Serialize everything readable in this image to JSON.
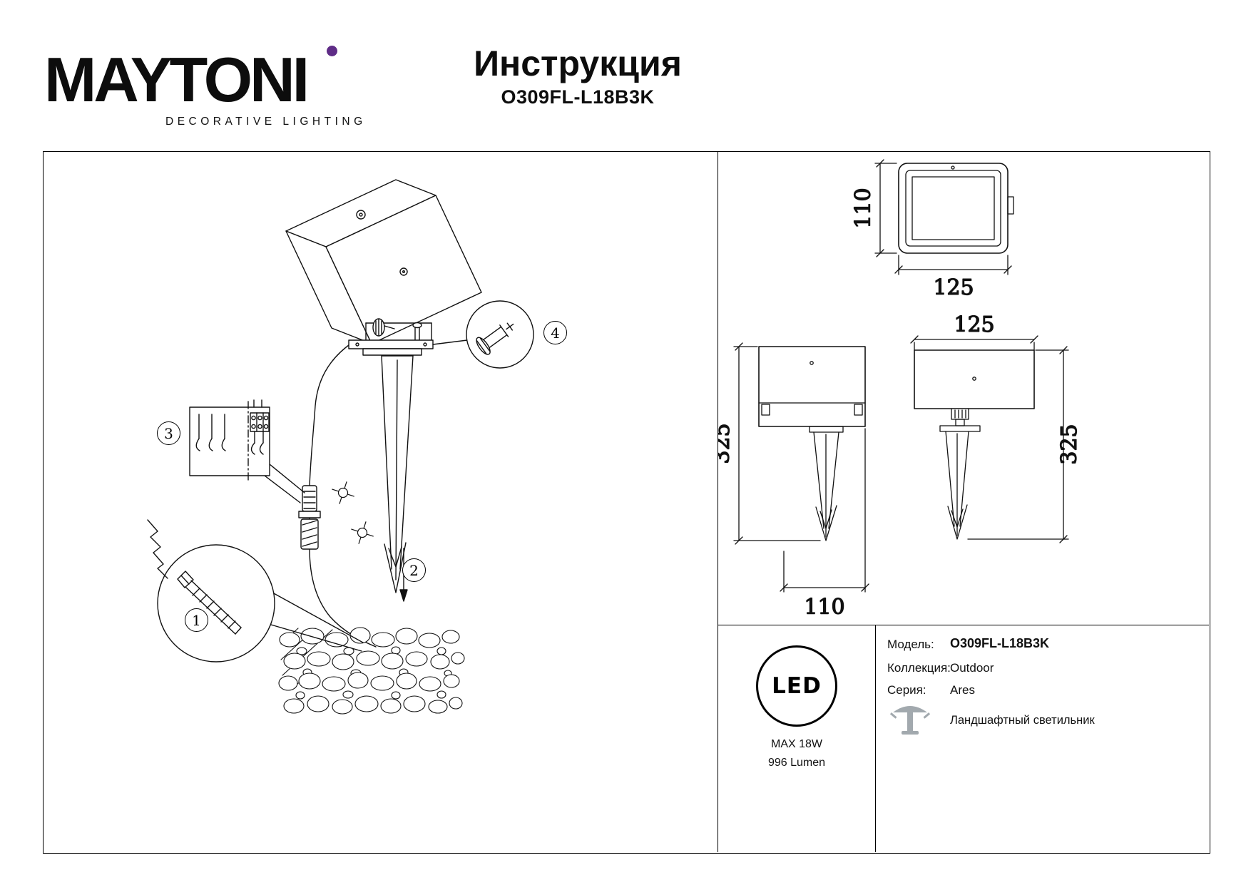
{
  "header": {
    "brand": "MAYTONI",
    "brand_subtitle": "DECORATIVE LIGHTING",
    "title": "Инструкция",
    "model": "O309FL-L18B3K"
  },
  "assembly_steps": {
    "step1": "1",
    "step2": "2",
    "step3": "3",
    "step4": "4"
  },
  "dimension_drawings": {
    "front_view": {
      "height_mm": "110",
      "width_mm": "125"
    },
    "side_view_left": {
      "height_mm": "325",
      "depth_mm": "110"
    },
    "side_view_right": {
      "width_mm": "125",
      "height_mm": "325"
    }
  },
  "specs": {
    "led_badge": "LED",
    "max_power": "MAX 18W",
    "luminous_flux": "996 Lumen",
    "model_label": "Модель:",
    "model_value": "O309FL-L18B3K",
    "collection_label": "Коллекция:",
    "collection_value": "Outdoor",
    "series_label": "Серия:",
    "series_value": "Ares",
    "product_type": "Ландшафтный светильник"
  },
  "colors": {
    "brand_accent": "#5f2c87",
    "line": "#000000",
    "icon_gray": "#a2a9ae"
  }
}
